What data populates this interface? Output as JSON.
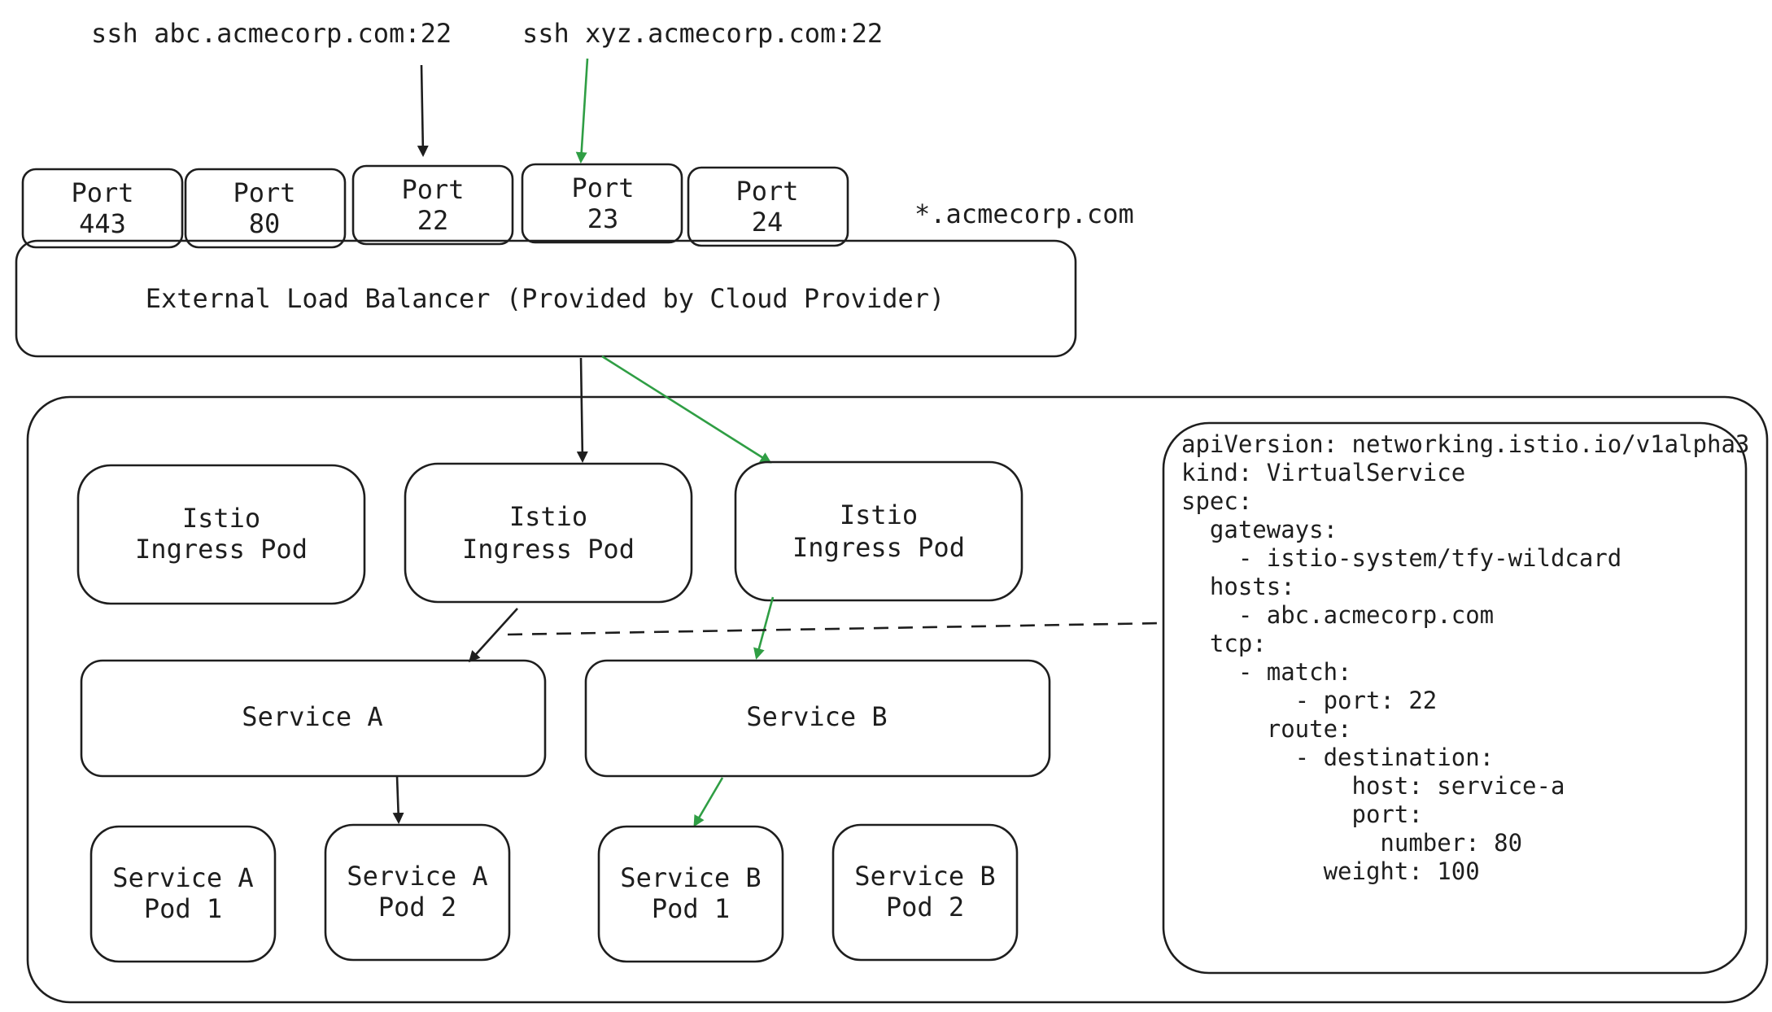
{
  "colors": {
    "stroke": "#1e1e1e",
    "green": "#2f9e44",
    "background": "#ffffff"
  },
  "ssh": {
    "abc": "ssh abc.acmecorp.com:22",
    "xyz": "ssh xyz.acmecorp.com:22"
  },
  "ports": [
    [
      "Port",
      "443"
    ],
    [
      "Port",
      "80"
    ],
    [
      "Port",
      "22"
    ],
    [
      "Port",
      "23"
    ],
    [
      "Port",
      "24"
    ]
  ],
  "wildcard_domain": "*.acmecorp.com",
  "load_balancer": "External Load Balancer (Provided by Cloud Provider)",
  "ingress_pods": [
    [
      "Istio",
      "Ingress Pod"
    ],
    [
      "Istio",
      "Ingress Pod"
    ],
    [
      "Istio",
      "Ingress Pod"
    ]
  ],
  "services": [
    "Service A",
    "Service B"
  ],
  "pods": [
    [
      "Service A",
      "Pod 1"
    ],
    [
      "Service A",
      "Pod 2"
    ],
    [
      "Service B",
      "Pod 1"
    ],
    [
      "Service B",
      "Pod 2"
    ]
  ],
  "virtual_service_yaml": [
    "apiVersion: networking.istio.io/v1alpha3",
    "kind: VirtualService",
    "spec:",
    "  gateways:",
    "    - istio-system/tfy-wildcard",
    "  hosts:",
    "    - abc.acmecorp.com",
    "  tcp:",
    "    - match:",
    "        - port: 22",
    "      route:",
    "        - destination:",
    "            host: service-a",
    "            port:",
    "              number: 80",
    "          weight: 100"
  ]
}
